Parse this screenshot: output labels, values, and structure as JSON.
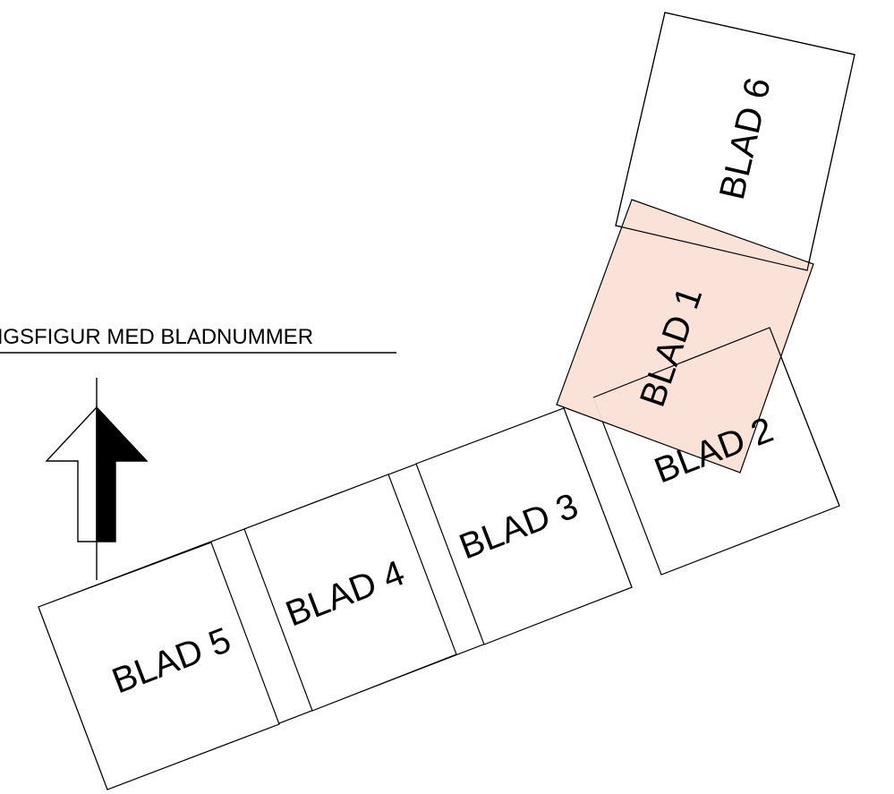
{
  "heading": "NGSFIGUR MED BLADNUMMER",
  "colors": {
    "highlight_fill": "#fbe0d6",
    "stroke": "#000000"
  },
  "north_arrow": {
    "icon": "north-arrow-icon"
  },
  "sheets": [
    {
      "id": "blad-1",
      "label": "BLAD 1",
      "highlighted": true
    },
    {
      "id": "blad-2",
      "label": "BLAD 2",
      "highlighted": false
    },
    {
      "id": "blad-3",
      "label": "BLAD 3",
      "highlighted": false
    },
    {
      "id": "blad-4",
      "label": "BLAD 4",
      "highlighted": false
    },
    {
      "id": "blad-5",
      "label": "BLAD 5",
      "highlighted": false
    },
    {
      "id": "blad-6",
      "label": "BLAD 6",
      "highlighted": false
    }
  ]
}
